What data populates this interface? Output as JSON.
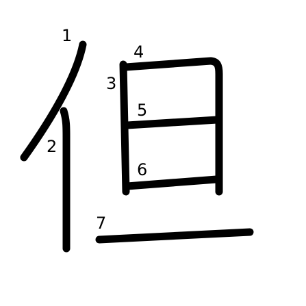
{
  "character": {
    "stroke_numbers": [
      "1",
      "2",
      "3",
      "4",
      "5",
      "6",
      "7"
    ]
  },
  "colors": {
    "background": "#ffffff",
    "ink": "#000000"
  }
}
